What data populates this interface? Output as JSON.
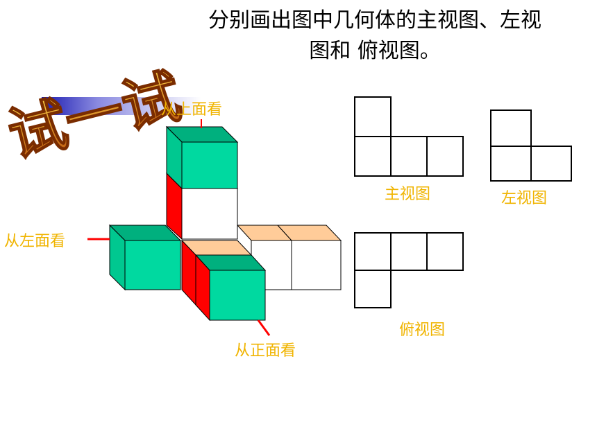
{
  "title": {
    "line1": "分别画出图中几何体的主视图、左视",
    "line2": "图和 俯视图。"
  },
  "logo_text": "试一试",
  "directions": {
    "top": "从上面看",
    "left": "从左面看",
    "front": "从正面看"
  },
  "views": {
    "front": "主视图",
    "left": "左视图",
    "top": "俯视图"
  },
  "colors": {
    "label": "#f0b400",
    "cube_green": "#00d9a0",
    "cube_green_top": "#00b07e",
    "cube_red": "#ff0000",
    "cube_peach": "#ffcc99",
    "pointer": "#ff0000"
  }
}
